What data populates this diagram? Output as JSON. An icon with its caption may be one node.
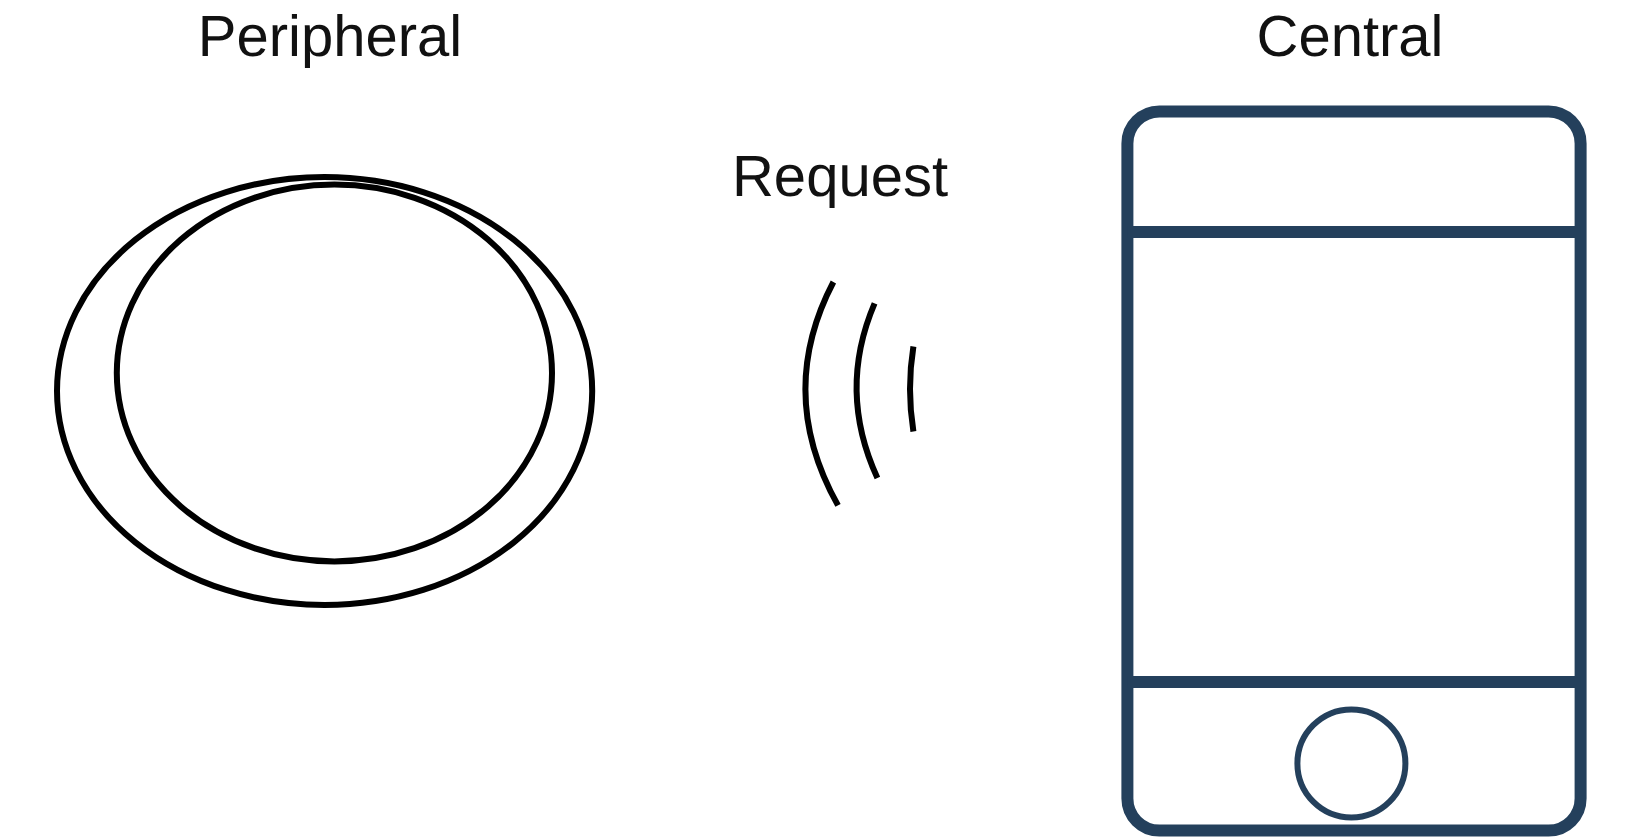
{
  "diagram": {
    "nodes": [
      {
        "text": [
          "Peripheral"
        ]
      },
      {
        "text": [
          "Central"
        ]
      }
    ],
    "labels": [
      "Request"
    ]
  }
}
